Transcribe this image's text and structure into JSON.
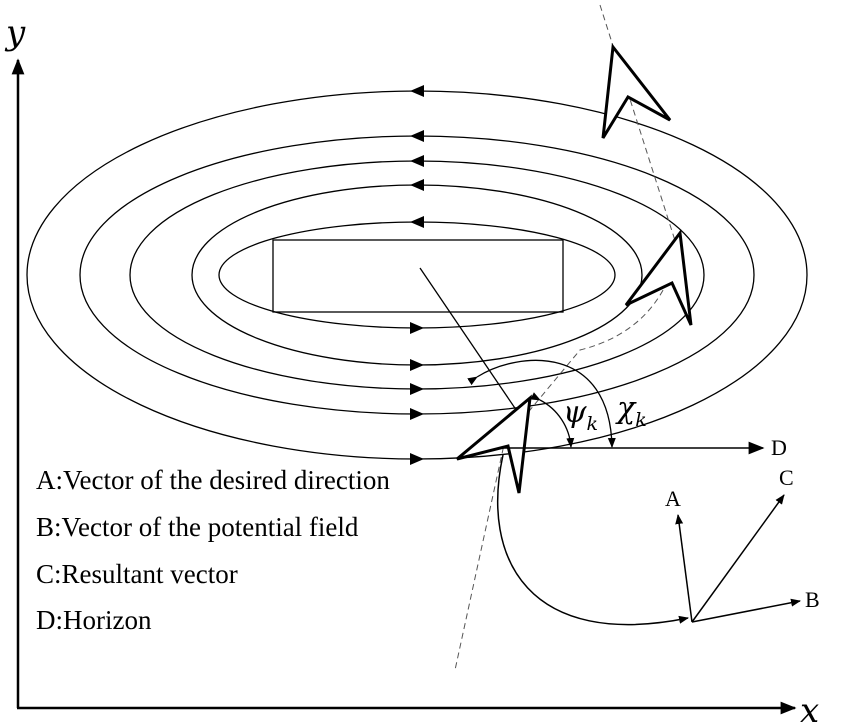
{
  "axes": {
    "x_label": "x",
    "y_label": "y"
  },
  "legend": [
    {
      "key": "A",
      "text": "A:Vector of the desired direction"
    },
    {
      "key": "B",
      "text": "B:Vector of the potential field"
    },
    {
      "key": "C",
      "text": "C:Resultant vector"
    },
    {
      "key": "D",
      "text": "D:Horizon"
    }
  ],
  "vector_labels": {
    "A": "A",
    "B": "B",
    "C": "C",
    "D": "D"
  },
  "angles": {
    "psi": "ψ",
    "chi": "χ",
    "subscript": "k"
  },
  "colors": {
    "stroke": "#000000",
    "background": "#ffffff",
    "dashed": "#555555"
  }
}
